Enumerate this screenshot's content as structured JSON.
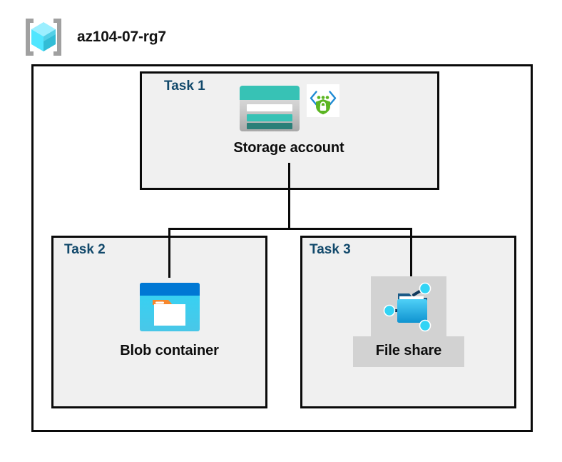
{
  "header": {
    "icon": "resource-group-icon",
    "title": "az104-07-rg7"
  },
  "diagram": {
    "type": "azure-architecture-diagram",
    "container_label": "az104-07-rg7",
    "colors": {
      "frame_border": "#0a0a0a",
      "task_box_fill": "#f0f0f0",
      "task_label": "#12496b",
      "caption_text": "#0d0d0d",
      "highlight_block": "#d2d2d2",
      "storage_teal": "#37c2b5",
      "storage_teal_dark": "#2b7f78",
      "blob_blue_header": "#0078d4",
      "blob_cyan": "#32d4f5",
      "blob_orange": "#f7872d",
      "fileshare_blue": "#32bdef",
      "shield_green": "#5bb522",
      "bracket_blue": "#1f8bd4",
      "cube_cyan": "#50e6ff"
    }
  },
  "tasks": [
    {
      "id": "task1",
      "label": "Task 1",
      "node": {
        "caption": "Storage account",
        "icons": [
          "storage-account-icon",
          "secure-endpoint-shield-icon"
        ],
        "highlighted": false
      }
    },
    {
      "id": "task2",
      "label": "Task 2",
      "node": {
        "caption": "Blob container",
        "icons": [
          "blob-container-icon"
        ],
        "highlighted": false
      }
    },
    {
      "id": "task3",
      "label": "Task 3",
      "node": {
        "caption": "File share",
        "icons": [
          "file-share-icon"
        ],
        "highlighted": true
      }
    }
  ],
  "connectors": [
    {
      "from": "storage-account",
      "to": "blob-container",
      "style": "orthogonal"
    },
    {
      "from": "storage-account",
      "to": "file-share",
      "style": "orthogonal"
    }
  ]
}
